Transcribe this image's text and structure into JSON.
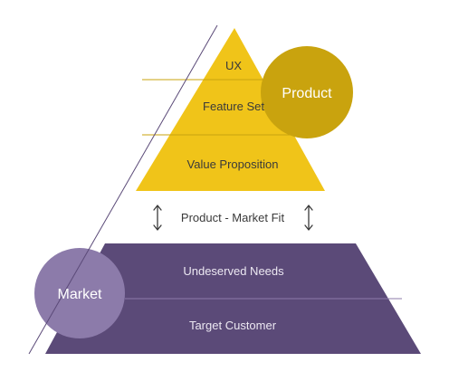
{
  "pyramid": {
    "layers": [
      {
        "label": "UX",
        "color": "#f0c419",
        "text_color": "#3a3a3a"
      },
      {
        "label": "Feature Set",
        "color": "#f0c419",
        "text_color": "#3a3a3a"
      },
      {
        "label": "Value Proposition",
        "color": "#f0c419",
        "text_color": "#3a3a3a"
      },
      {
        "label": "Product - Market Fit",
        "color": "#ffffff",
        "text_color": "#3a3a3a"
      },
      {
        "label": "Undeserved Needs",
        "color": "#5b4a78",
        "text_color": "#ece8f2"
      },
      {
        "label": "Target Customer",
        "color": "#5b4a78",
        "text_color": "#ece8f2"
      }
    ]
  },
  "product_circle": {
    "label": "Product",
    "color": "#c9a30e",
    "text_color": "#ffffff"
  },
  "market_circle": {
    "label": "Market",
    "color": "#8c7baa",
    "text_color": "#ffffff"
  },
  "icons": {
    "arrow": "up-down-arrow-icon"
  },
  "colors": {
    "gold_line": "#c9a30e",
    "purple_line": "#8c7baa",
    "diagonal_line": "#5b4a78"
  }
}
